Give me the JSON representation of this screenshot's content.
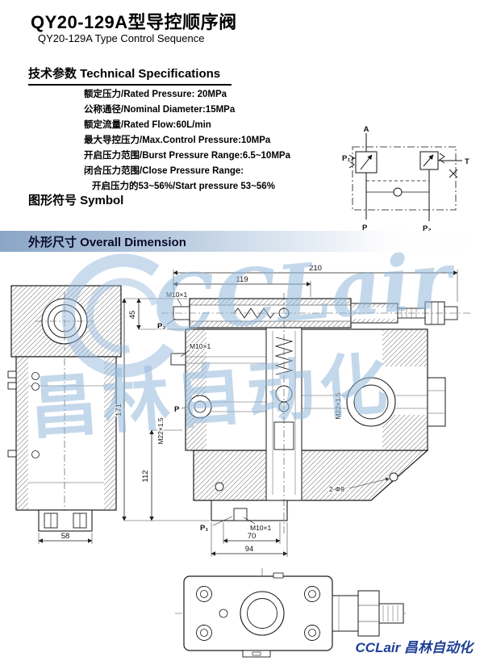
{
  "header": {
    "title_cn": "QY20-129A型导控顺序阀",
    "title_en": "QY20-129A Type Control Sequence"
  },
  "sections": {
    "specs": "技术参数 Technical Specifications",
    "symbol": "图形符号 Symbol",
    "dimension": "外形尺寸 Overall Dimension"
  },
  "specs": [
    "额定压力/Rated Pressure: 20MPa",
    "公称通径/Nominal Diameter:15MPa",
    "额定流量/Rated Flow:60L/min",
    "最大导控压力/Max.Control Pressure:10MPa",
    "开启压力范围/Burst Pressure Range:6.5~10MPa",
    "闭合压力范围/Close Pressure Range:",
    "开启压力的53~56%/Start pressure 53~56%"
  ],
  "symbol": {
    "port_a": "A",
    "port_p1": "P₁",
    "port_t": "T",
    "port_p": "P",
    "port_p2": "P₂"
  },
  "drawing": {
    "dim_210": "210",
    "dim_119": "119",
    "dim_45": "45",
    "dim_171": "171",
    "dim_112": "112",
    "dim_58": "58",
    "dim_70": "70",
    "dim_94": "94",
    "thread_m10_top": "M10×1",
    "thread_m10_left": "M10×1",
    "thread_m10_bottom": "M10×1",
    "thread_m22_left": "M22×1.5",
    "thread_m22_right": "M22×1.5",
    "holes": "2-Φ9",
    "port_p2_top": "P₂",
    "port_p_left": "P",
    "port_p1_bottom": "P₁"
  },
  "watermark": {
    "text1": "CCLair",
    "text2": "昌林自动化"
  },
  "footer": {
    "brand": "CCLair 昌林自动化"
  }
}
